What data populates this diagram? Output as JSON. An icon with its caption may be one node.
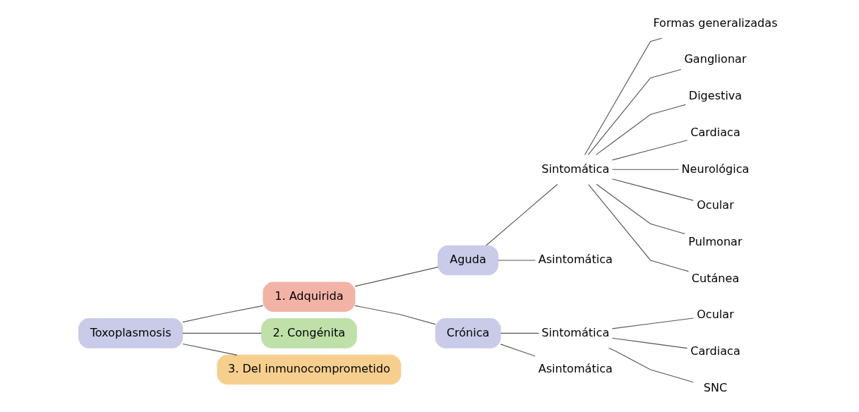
{
  "diagram": {
    "nodes": [
      {
        "text": [
          "Toxoplasmosis"
        ]
      },
      {
        "text": [
          "1. Adquirida"
        ]
      },
      {
        "text": [
          "2. Congénita"
        ]
      },
      {
        "text": [
          "3. Del inmunocomprometido"
        ]
      },
      {
        "text": [
          "Aguda"
        ]
      },
      {
        "text": [
          "Crónica"
        ]
      },
      {
        "text": [
          "Sintomática"
        ]
      },
      {
        "text": [
          "Asintomática"
        ]
      },
      {
        "text": [
          "Sintomática"
        ]
      },
      {
        "text": [
          "Asintomática"
        ]
      },
      {
        "text": [
          "Formas generalizadas"
        ]
      },
      {
        "text": [
          "Ganglionar"
        ]
      },
      {
        "text": [
          "Digestiva"
        ]
      },
      {
        "text": [
          "Cardiaca"
        ]
      },
      {
        "text": [
          "Neurológica"
        ]
      },
      {
        "text": [
          "Ocular"
        ]
      },
      {
        "text": [
          "Pulmonar"
        ]
      },
      {
        "text": [
          "Cutánea"
        ]
      },
      {
        "text": [
          "Ocular"
        ]
      },
      {
        "text": [
          "Cardiaca"
        ]
      },
      {
        "text": [
          "SNC"
        ]
      }
    ],
    "edges": [
      {
        "from": 0,
        "to": 1,
        "arrow": "none"
      },
      {
        "from": 0,
        "to": 2,
        "arrow": "none"
      },
      {
        "from": 0,
        "to": 3,
        "arrow": "none"
      },
      {
        "from": 1,
        "to": 4,
        "arrow": "none"
      },
      {
        "from": 1,
        "to": 5,
        "arrow": "none"
      },
      {
        "from": 4,
        "to": 6,
        "arrow": "none"
      },
      {
        "from": 4,
        "to": 7,
        "arrow": "none"
      },
      {
        "from": 5,
        "to": 8,
        "arrow": "none"
      },
      {
        "from": 5,
        "to": 9,
        "arrow": "none"
      },
      {
        "from": 6,
        "to": 10,
        "arrow": "none"
      },
      {
        "from": 6,
        "to": 11,
        "arrow": "none"
      },
      {
        "from": 6,
        "to": 12,
        "arrow": "none"
      },
      {
        "from": 6,
        "to": 13,
        "arrow": "none"
      },
      {
        "from": 6,
        "to": 14,
        "arrow": "none"
      },
      {
        "from": 6,
        "to": 15,
        "arrow": "none"
      },
      {
        "from": 6,
        "to": 16,
        "arrow": "none"
      },
      {
        "from": 6,
        "to": 17,
        "arrow": "none"
      },
      {
        "from": 8,
        "to": 18,
        "arrow": "none"
      },
      {
        "from": 8,
        "to": 19,
        "arrow": "none"
      },
      {
        "from": 8,
        "to": 20,
        "arrow": "none"
      }
    ]
  }
}
